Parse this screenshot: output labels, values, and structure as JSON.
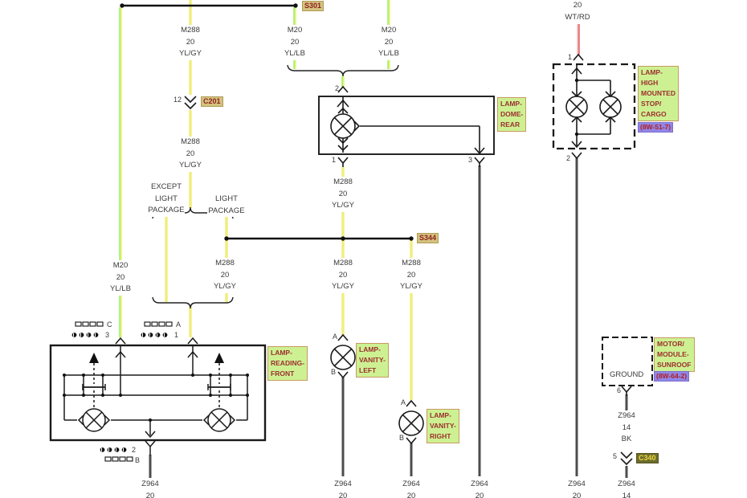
{
  "splices": {
    "s301": "S301",
    "s344": "S344"
  },
  "connectors": {
    "c201": "C201",
    "c340": "C340"
  },
  "pins": {
    "c201_pin": "12",
    "c340_pin": "5",
    "sunroof_ground_pin": "6",
    "dome_pin_in": "2",
    "dome_pin_feed": "1",
    "dome_pin_ground": "3",
    "stop_pin_in": "1",
    "stop_pin_ground": "2",
    "reading_conn_c": "C",
    "reading_pin_3": "3",
    "reading_conn_a": "A",
    "reading_pin_1": "1",
    "reading_pin_2": "2",
    "reading_conn_b": "B",
    "vanity_left_a": "A",
    "vanity_left_b": "B",
    "vanity_right_a": "A",
    "vanity_right_b": "B"
  },
  "branches": {
    "except_light_package": [
      "EXCEPT",
      "LIGHT",
      "PACKAGE"
    ],
    "light_package": [
      "LIGHT",
      "PACKAGE"
    ]
  },
  "ground_label": "GROUND",
  "components": {
    "dome": {
      "lines": [
        "LAMP-",
        "DOME-",
        "REAR"
      ]
    },
    "stop": {
      "lines": [
        "LAMP-",
        "HIGH",
        "MOUNTED",
        "STOP/",
        "CARGO"
      ],
      "ref": "(8W-51-7)"
    },
    "reading": {
      "lines": [
        "LAMP-",
        "READING-",
        "FRONT"
      ]
    },
    "vanity_left": {
      "lines": [
        "LAMP-",
        "VANITY-",
        "LEFT"
      ]
    },
    "vanity_right": {
      "lines": [
        "LAMP-",
        "VANITY-",
        "RIGHT"
      ]
    },
    "sunroof": {
      "lines": [
        "MOTOR/",
        "MODULE-",
        "SUNROOF"
      ],
      "ref": "(8W-64-2)"
    }
  },
  "wire_labels": [
    {
      "lines": [
        "M288",
        "20",
        "YL/GY"
      ]
    },
    {
      "lines": [
        "M20",
        "20",
        "YL/LB"
      ]
    },
    {
      "lines": [
        "M20",
        "20",
        "YL/LB"
      ]
    },
    {
      "lines": [
        "20",
        "WT/RD"
      ]
    },
    {
      "lines": [
        "M288",
        "20",
        "YL/GY"
      ]
    },
    {
      "lines": [
        "M288",
        "20",
        "YL/GY"
      ]
    },
    {
      "lines": [
        "M20",
        "20",
        "YL/LB"
      ]
    },
    {
      "lines": [
        "M288",
        "20",
        "YL/GY"
      ]
    },
    {
      "lines": [
        "M288",
        "20",
        "YL/GY"
      ]
    },
    {
      "lines": [
        "M288",
        "20",
        "YL/GY"
      ]
    },
    {
      "lines": [
        "Z964",
        "20"
      ]
    },
    {
      "lines": [
        "Z964",
        "20"
      ]
    },
    {
      "lines": [
        "Z964",
        "20"
      ]
    },
    {
      "lines": [
        "Z964",
        "20"
      ]
    },
    {
      "lines": [
        "Z964",
        "20"
      ]
    },
    {
      "lines": [
        "Z964",
        "14"
      ]
    },
    {
      "lines": [
        "Z964",
        "14",
        "BK"
      ]
    }
  ]
}
